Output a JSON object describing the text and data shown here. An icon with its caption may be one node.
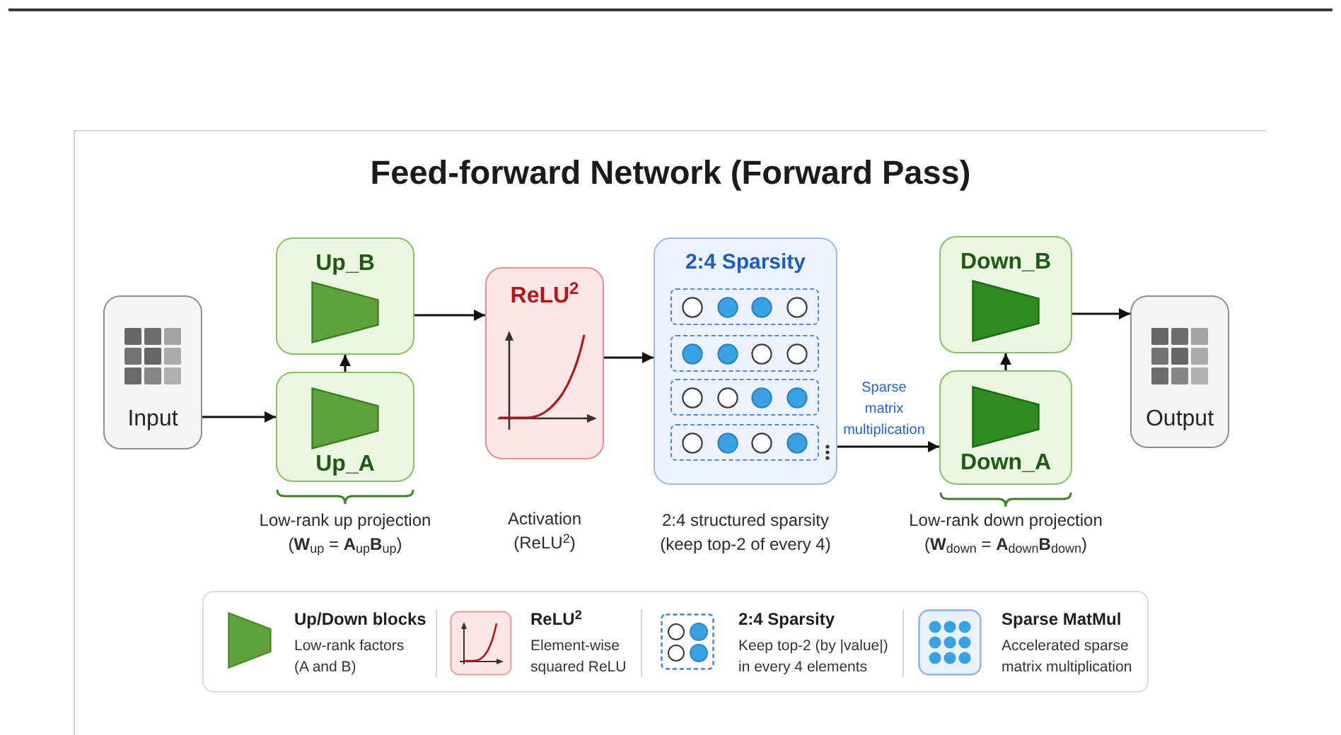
{
  "diagram": {
    "title": "Feed-forward Network (Forward Pass)",
    "nodes": [
      {
        "text": [
          "Input"
        ]
      },
      {
        "text": [
          "Up_B"
        ]
      },
      {
        "text": [
          "Up_A"
        ],
        "beside": [
          "Low-rank up projection",
          "(**W**$_{up}$ = **A**$_{up}$**B**$_{up}$)"
        ]
      },
      {
        "text": [
          "ReLU$^{2}$"
        ],
        "beside": [
          "Activation",
          "(ReLU$^{2}$)"
        ]
      },
      {
        "text": [
          "2:4 Sparsity"
        ],
        "beside": [
          "2:4 structured sparsity",
          "(keep top-2 of every 4)"
        ]
      },
      {
        "text": [
          "Down_B"
        ]
      },
      {
        "text": [
          "Down_A"
        ],
        "beside": [
          "Low-rank down projection",
          "(**W**$_{down}$ = **A**$_{down}$**B**$_{down}$)"
        ]
      },
      {
        "text": [
          "Output"
        ]
      }
    ],
    "edges": [
      {
        "from": 0,
        "to": 2,
        "arrow": "to"
      },
      {
        "from": 2,
        "to": 1,
        "arrow": "to"
      },
      {
        "from": 1,
        "to": 3,
        "arrow": "to"
      },
      {
        "from": 3,
        "to": 4,
        "arrow": "to"
      },
      {
        "from": 4,
        "to": 6,
        "arrow": "to",
        "label": "Sparse matrix multiplication"
      },
      {
        "from": 6,
        "to": 5,
        "arrow": "to"
      },
      {
        "from": 5,
        "to": 7,
        "arrow": "to"
      }
    ],
    "labels": [
      "Low-rank factors (A and B)",
      "Element-wise squared ReLU",
      "Keep top-2 (by |value|) in every 4 elements",
      "Accelerated sparse matrix multiplication"
    ],
    "legend": [
      {
        "text": "Up/Down blocks"
      },
      {
        "text": "ReLU$^{2}$"
      },
      {
        "text": "2:4 Sparsity"
      },
      {
        "text": "Sparse MatMul"
      }
    ]
  }
}
